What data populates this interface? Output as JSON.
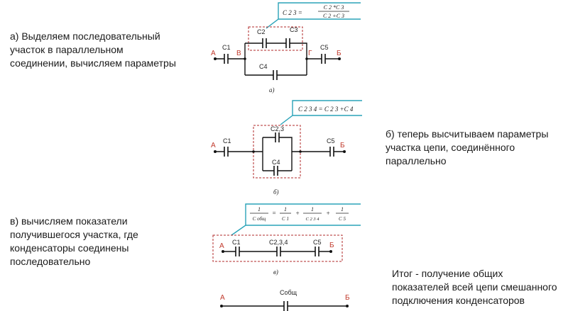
{
  "captions": {
    "a": "а) Выделяем последовательный\nучасток в параллельном\nсоединении, вычисляем параметры",
    "b": "б) теперь высчитываем параметры\nучастка цепи, соединённого\nпараллельно",
    "v": "в) вычисляем показатели\nполучившегося участка, где\nконденсаторы соединены\nпоследовательно",
    "final": "Итог - получение общих\nпоказателей всей цепи смешанного\nподключения конденсаторов"
  },
  "diagram_a": {
    "nodes": {
      "A": "А",
      "B": "В",
      "G": "Г",
      "Bend": "Б"
    },
    "caps": {
      "c1": "C1",
      "c2": "C2",
      "c3": "C3",
      "c4": "C4",
      "c5": "C5"
    },
    "formula": {
      "lhs": "C 2 3 =",
      "num": "C 2 *C 3",
      "den": "C 2 +C 3"
    },
    "figure_label": "а)"
  },
  "diagram_b": {
    "nodes": {
      "A": "А",
      "Bend": "Б"
    },
    "caps": {
      "c1": "C1",
      "c23": "C2,3",
      "c4": "C4",
      "c5": "C5"
    },
    "formula": "C 2 3 4 = C 2 3 +C 4",
    "figure_label": "б)"
  },
  "diagram_v": {
    "nodes": {
      "A": "А",
      "Bend": "Б"
    },
    "caps": {
      "c1": "C1",
      "c234": "C2,3,4",
      "c5": "C5"
    },
    "formula": {
      "t1_num": "1",
      "t1_den": "C общ",
      "eq": "=",
      "t2_num": "1",
      "t2_den": "C 1",
      "plus1": "+",
      "t3_num": "1",
      "t3_den": "C 2 3 4",
      "plus2": "+",
      "t4_num": "1",
      "t4_den": "C 5"
    },
    "figure_label": "в)"
  },
  "diagram_final": {
    "nodes": {
      "A": "А",
      "Bend": "Б"
    },
    "cap": "Cобщ"
  }
}
